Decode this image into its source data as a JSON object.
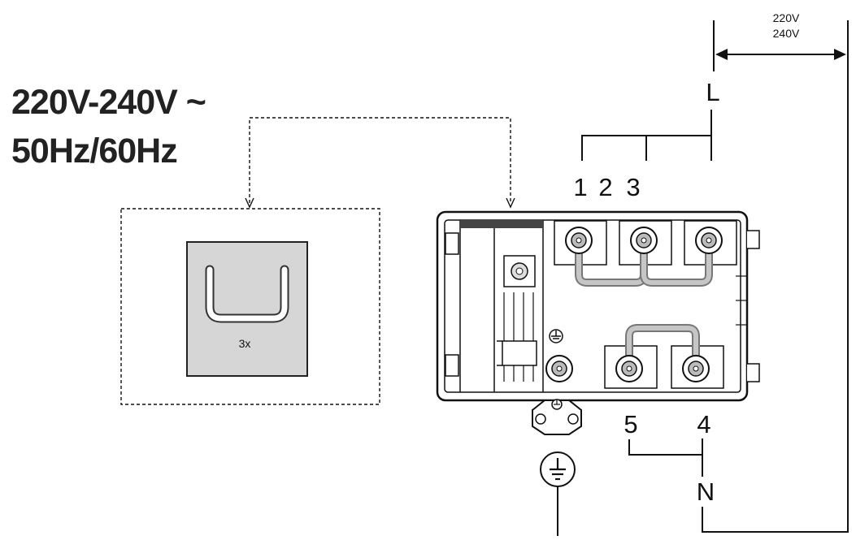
{
  "supply": {
    "line1": "220V-240V ~",
    "line2": "50Hz/60Hz"
  },
  "voltage_marker": {
    "top": "220V",
    "bottom": "240V"
  },
  "labels": {
    "line": "L",
    "neutral": "N",
    "t1": "1",
    "t2": "2",
    "t3": "3",
    "t4": "4",
    "t5": "5"
  },
  "bridge_count": "3x",
  "colors": {
    "ink": "#111111",
    "bridge_panel": "#d6d6d6",
    "link_fill": "#c6c6c6"
  },
  "icons": [
    "earth-symbol-icon",
    "earth-terminal-icon",
    "double-arrow-icon"
  ]
}
